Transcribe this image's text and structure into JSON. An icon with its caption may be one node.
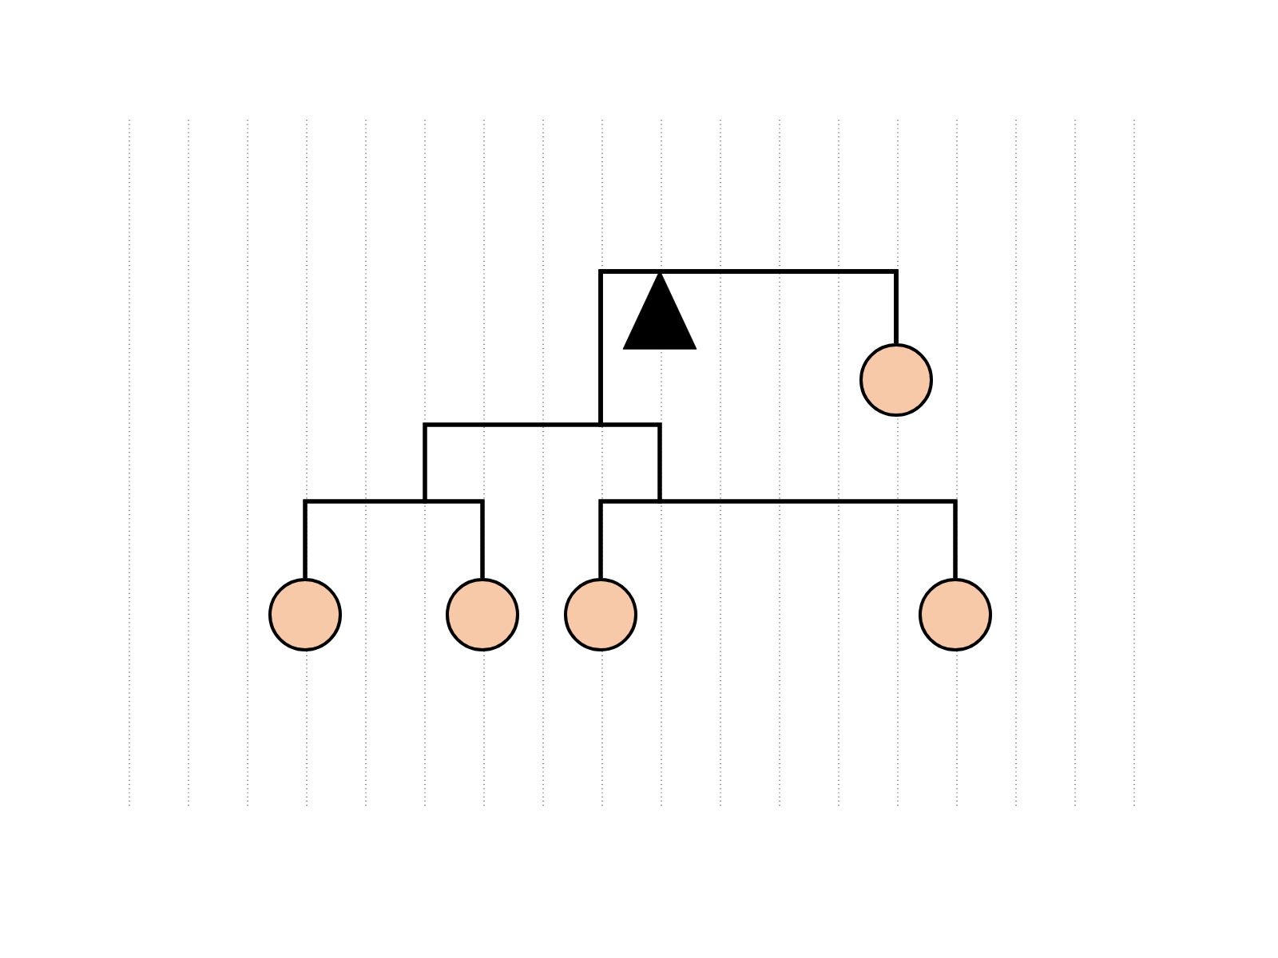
{
  "diagram": {
    "nodes": [
      {
        "text": [],
        "shape": "triangle"
      },
      {
        "text": [],
        "shape": "circle"
      },
      {
        "text": [],
        "shape": "circle"
      },
      {
        "text": [],
        "shape": "circle"
      },
      {
        "text": [],
        "shape": "circle"
      },
      {
        "text": [],
        "shape": "circle"
      }
    ],
    "edges": [
      {
        "from": 2,
        "to": 3,
        "arrow": "none"
      },
      {
        "from": 4,
        "to": 5,
        "arrow": "none"
      },
      {
        "from": 1,
        "to": 2,
        "arrow": "none"
      },
      {
        "from": 1,
        "to": 3,
        "arrow": "none"
      },
      {
        "from": 1,
        "to": 4,
        "arrow": "none"
      },
      {
        "from": 1,
        "to": 5,
        "arrow": "none"
      }
    ]
  }
}
